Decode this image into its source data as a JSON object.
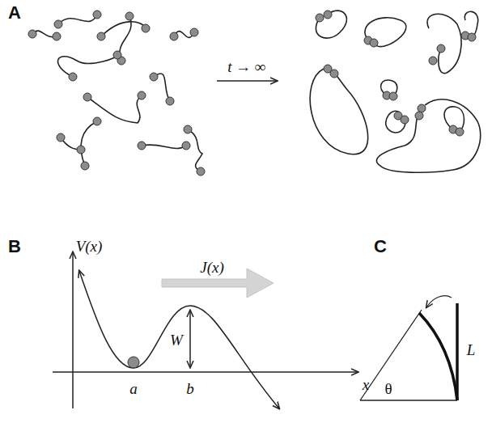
{
  "diagram": {
    "labels": [
      "A",
      "t → ∞",
      "B",
      "V(x)",
      "J(x)",
      "W",
      "a",
      "b",
      "x",
      "C",
      "θ",
      "L"
    ]
  }
}
